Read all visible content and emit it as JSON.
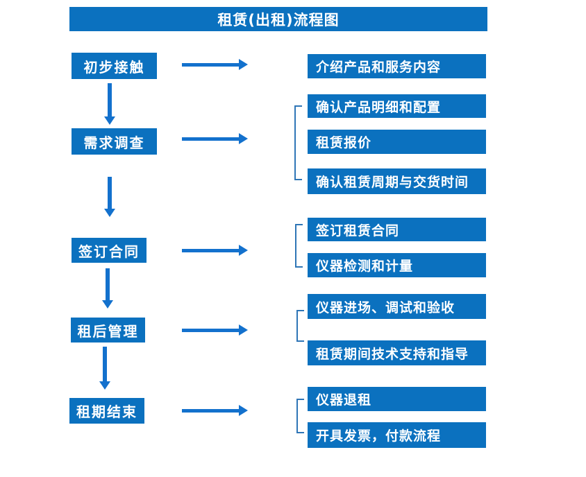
{
  "title": "租赁(出租)流程图",
  "colors": {
    "box": "#0b71bf",
    "arrow": "#1371cd",
    "bracket": "#2e75b6",
    "text": "#ffffff",
    "background": "#ffffff"
  },
  "steps": [
    {
      "label": "初步接触",
      "details": [
        "介绍产品和服务内容"
      ]
    },
    {
      "label": "需求调查",
      "details": [
        "确认产品明细和配置",
        "租赁报价",
        "确认租赁周期与交货时间"
      ]
    },
    {
      "label": "签订合同",
      "details": [
        "签订租赁合同",
        "仪器检测和计量"
      ]
    },
    {
      "label": "租后管理",
      "details": [
        "仪器进场、调试和验收",
        "租赁期间技术支持和指导"
      ]
    },
    {
      "label": "租期结束",
      "details": [
        "仪器退租",
        "开具发票，付款流程"
      ]
    }
  ]
}
